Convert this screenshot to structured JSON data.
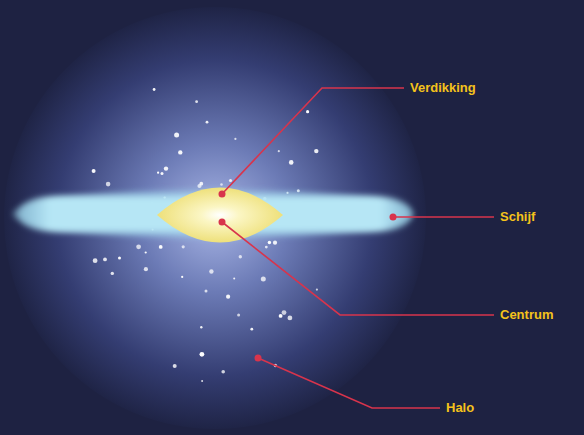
{
  "diagram": {
    "labels": [
      "Verdikking",
      "Schijf",
      "Centrum",
      "Halo"
    ]
  }
}
